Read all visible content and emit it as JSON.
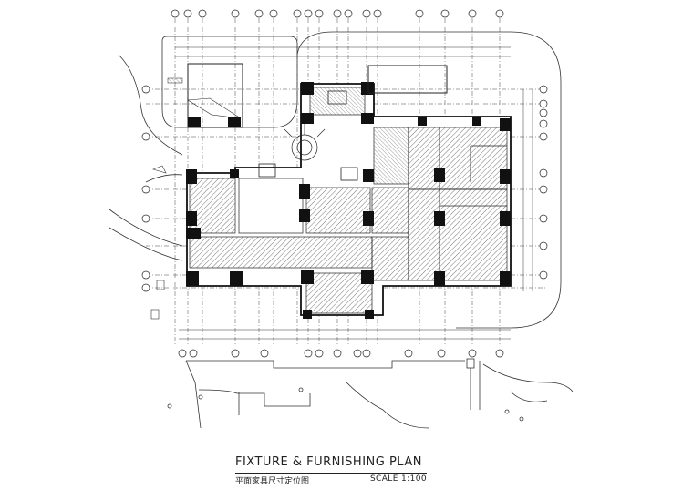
{
  "plan": {
    "title": "FIXTURE & FURNISHING PLAN",
    "subtitle_cn": "平面家具尺寸定位图",
    "scale": "SCALE 1:100"
  },
  "colors": {
    "line": "#1a1a1a",
    "wall_fill": "#111111",
    "hatch": "#555555",
    "paper": "#ffffff"
  }
}
